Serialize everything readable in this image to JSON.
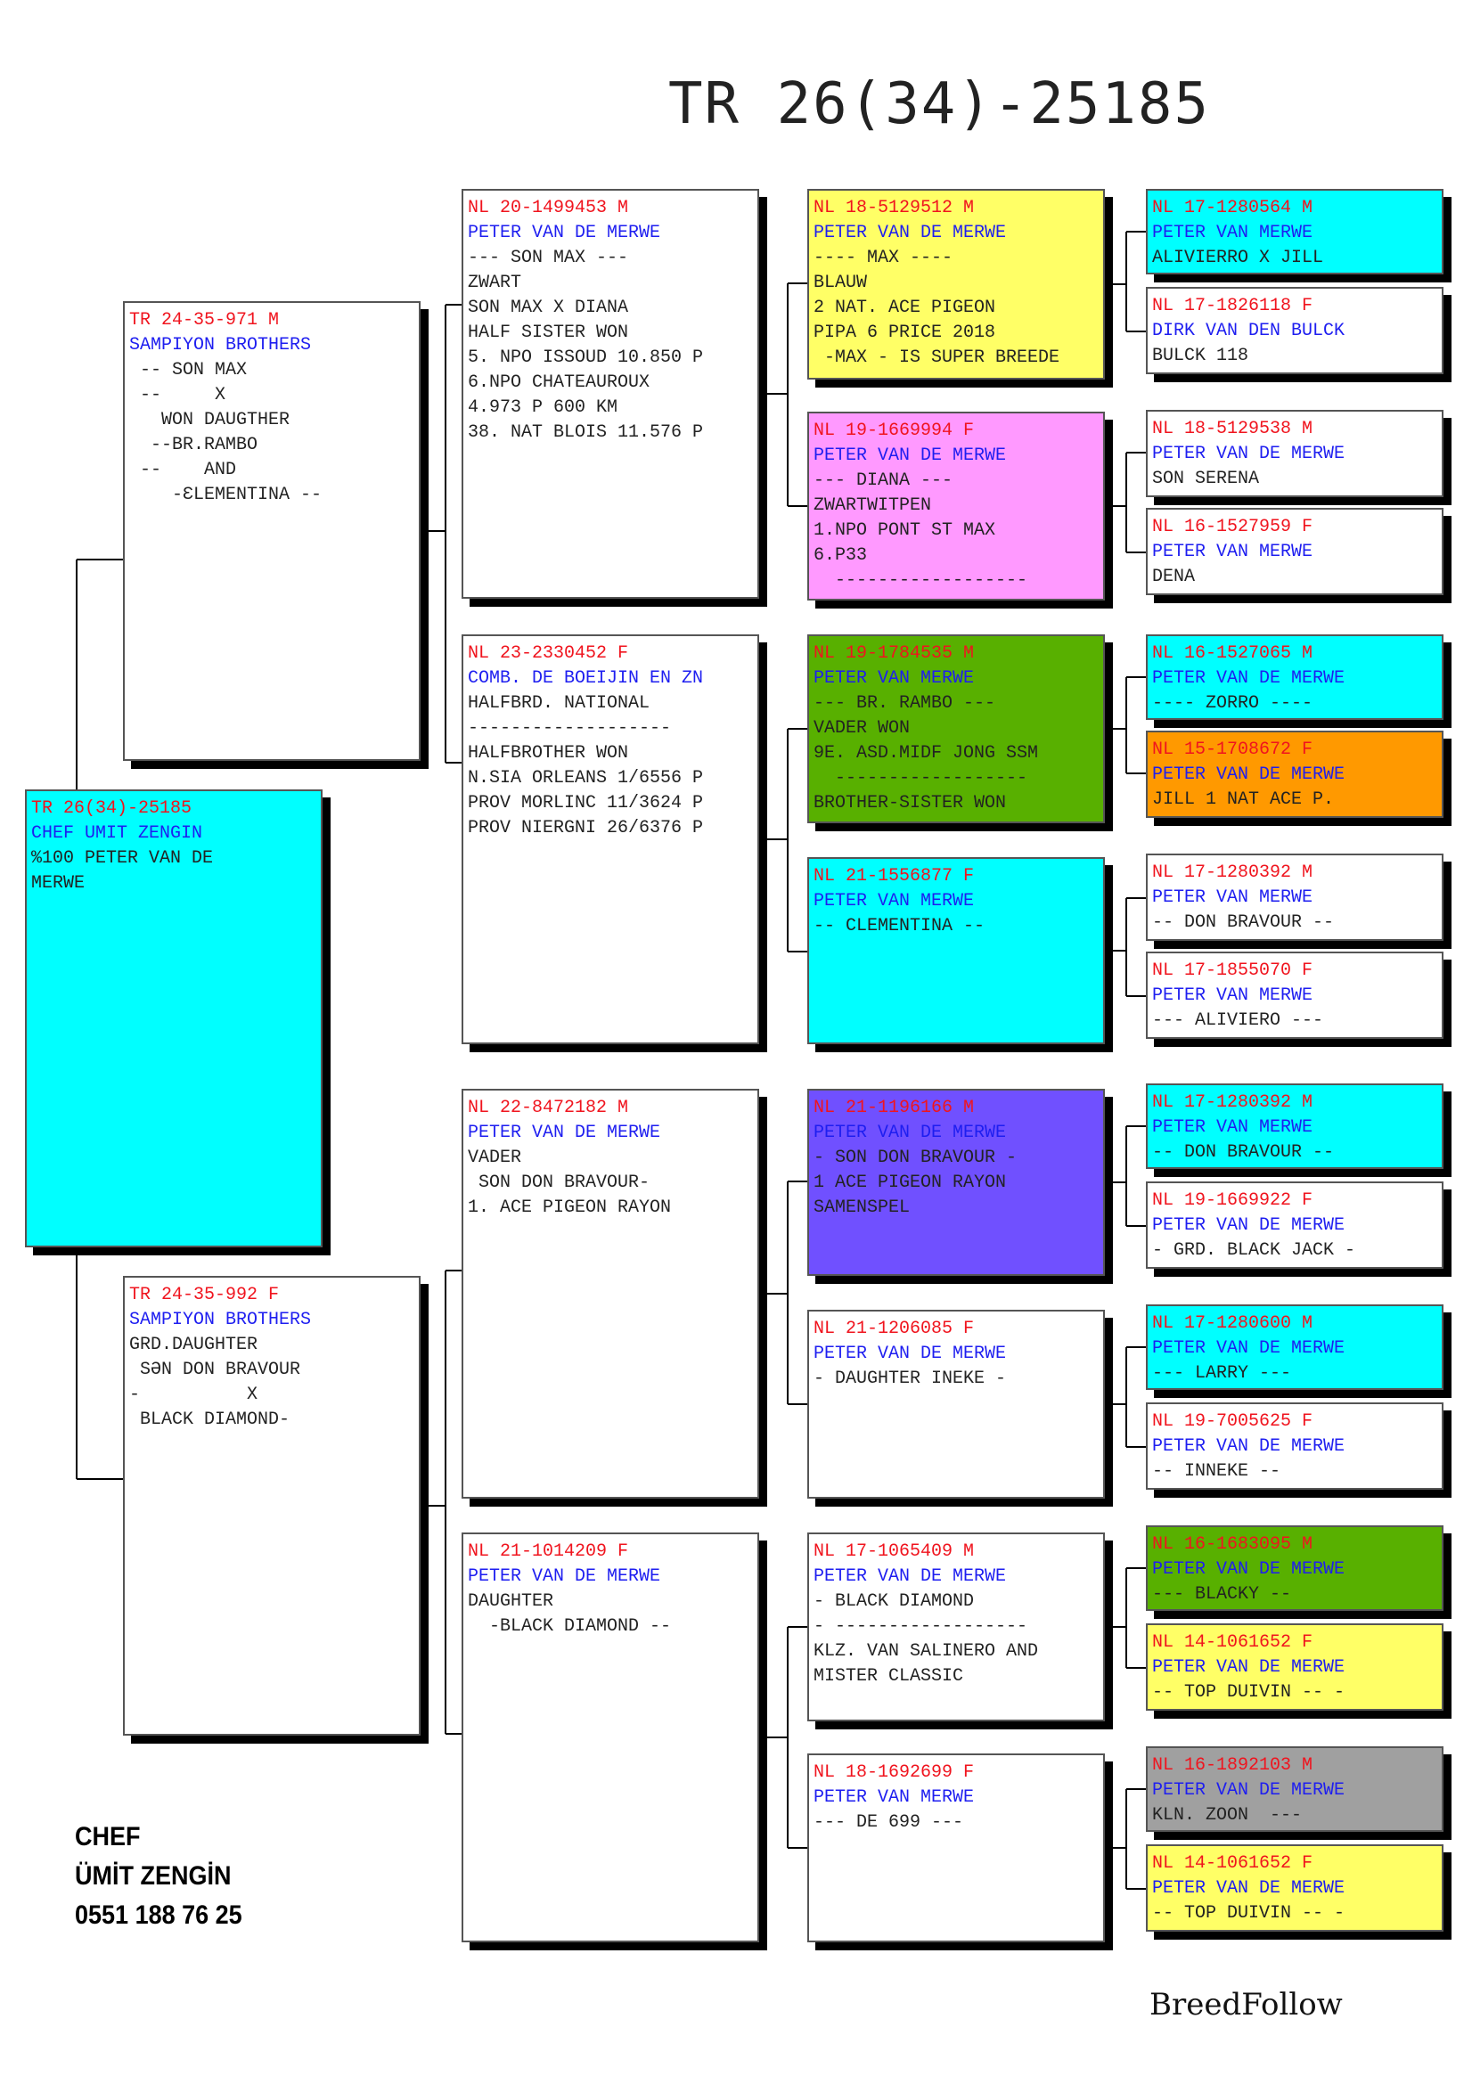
{
  "title": "TR 26(34)-25185",
  "colors": {
    "cyan": "#00ffff",
    "yellow": "#ffff66",
    "pink": "#ff99ff",
    "green": "#58b000",
    "orange": "#ff9900",
    "purple": "#7050ff",
    "gray": "#a0a0a0",
    "white": "#ffffff",
    "ring": "#f0141e",
    "owner": "#1e1ef0"
  },
  "birds": {
    "subject": {
      "bg": "#00ffff",
      "lines": [
        "TR 26(34)-25185",
        "CHEF UMIT ZENGIN",
        "%100 PETER VAN DE",
        "MERWE"
      ]
    },
    "sire": {
      "bg": "#ffffff",
      "lines": [
        "TR 24-35-971 M",
        "SAMPIYON BROTHERS",
        " -- SON MAX",
        " --     X",
        "   WON DAUGTHER",
        "  --BR.RAMBO",
        " --    AND",
        "    -ƐLEMENTINA --"
      ]
    },
    "dam": {
      "bg": "#ffffff",
      "lines": [
        "TR 24-35-992 F",
        "SAMPIYON BROTHERS",
        "GRD.DAUGHTER",
        "",
        " SƏN DON BRAVOUR",
        "-          X",
        " BLACK DIAMOND-"
      ]
    },
    "ss": {
      "bg": "#ffffff",
      "lines": [
        "NL 20-1499453 M",
        "PETER VAN DE MERWE",
        "--- SON MAX ---",
        "ZWART",
        "SON MAX X DIANA",
        "HALF SISTER WON",
        "5. NPO ISSOUD 10.850 P",
        "6.NPO CHATEAUROUX",
        "4.973 P 600 KM",
        "38. NAT BLOIS 11.576 P"
      ]
    },
    "sd": {
      "bg": "#ffffff",
      "lines": [
        "NL 23-2330452 F",
        "COMB. DE BOEIJIN EN ZN",
        "HALFBRD. NATIONAL",
        "-------------------",
        "HALFBROTHER WON",
        "N.SIA ORLEANS 1/6556 P",
        "PROV MORLINC 11/3624 P",
        "PROV NIERGNI 26/6376 P"
      ]
    },
    "ds": {
      "bg": "#ffffff",
      "lines": [
        "NL 22-8472182 M",
        "PETER VAN DE MERWE",
        "VADER",
        " SON DON BRAVOUR-",
        "1. ACE PIGEON RAYON"
      ]
    },
    "dd": {
      "bg": "#ffffff",
      "lines": [
        "NL 21-1014209 F",
        "PETER VAN DE MERWE",
        "DAUGHTER",
        "",
        "  -BLACK DIAMOND --"
      ]
    },
    "sss": {
      "bg": "#ffff66",
      "lines": [
        "NL 18-5129512 M",
        "PETER VAN DE MERWE",
        "---- MAX ----",
        "BLAUW",
        "2 NAT. ACE PIGEON",
        "PIPA 6 PRICE 2018",
        " -MAX - IS SUPER BREEDE"
      ]
    },
    "ssd": {
      "bg": "#ff99ff",
      "lines": [
        "NL 19-1669994 F",
        "PETER VAN DE MERWE",
        "--- DIANA ---",
        "ZWARTWITPEN",
        "1.NPO PONT ST MAX",
        "6.P33",
        "  ------------------"
      ]
    },
    "sds": {
      "bg": "#58b000",
      "lines": [
        "NL 19-1784535 M",
        "PETER VAN MERWE",
        "--- BR. RAMBO ---",
        "VADER WON",
        "9E. ASD.MIDF JONG SSM",
        "  ------------------",
        "BROTHER-SISTER WON"
      ]
    },
    "sdd": {
      "bg": "#00ffff",
      "lines": [
        "NL 21-1556877 F",
        "PETER VAN MERWE",
        "-- CLEMENTINA --"
      ]
    },
    "dss": {
      "bg": "#7050ff",
      "lines": [
        "NL 21-1196166 M",
        "PETER VAN DE MERWE",
        "- SON DON BRAVOUR -",
        "1 ACE PIGEON RAYON",
        "SAMENSPEL"
      ]
    },
    "dsd": {
      "bg": "#ffffff",
      "lines": [
        "NL 21-1206085 F",
        "PETER VAN DE MERWE",
        "- DAUGHTER INEKE -"
      ]
    },
    "dds": {
      "bg": "#ffffff",
      "lines": [
        "NL 17-1065409 M",
        "PETER VAN DE MERWE",
        "- BLACK DIAMOND",
        "- ------------------",
        "KLZ. VAN SALINERO AND",
        "MISTER CLASSIC"
      ]
    },
    "ddd": {
      "bg": "#ffffff",
      "lines": [
        "NL 18-1692699 F",
        "PETER VAN MERWE",
        "--- DE 699 ---"
      ]
    },
    "ssss": {
      "bg": "#00ffff",
      "lines": [
        "NL 17-1280564 M",
        "PETER VAN MERWE",
        "ALIVIERRO X JILL"
      ]
    },
    "sssd": {
      "bg": "#ffffff",
      "lines": [
        "NL 17-1826118 F",
        "DIRK VAN DEN BULCK",
        "BULCK 118"
      ]
    },
    "ssds": {
      "bg": "#ffffff",
      "lines": [
        "NL 18-5129538 M",
        "PETER VAN DE MERWE",
        "SON SERENA"
      ]
    },
    "ssdd": {
      "bg": "#ffffff",
      "lines": [
        "NL 16-1527959 F",
        "PETER VAN MERWE",
        "DENA"
      ]
    },
    "sdss": {
      "bg": "#00ffff",
      "lines": [
        "NL 16-1527065 M",
        "PETER VAN DE MERWE",
        "---- ZORRO ----"
      ]
    },
    "sdsd": {
      "bg": "#ff9900",
      "lines": [
        "NL 15-1708672 F",
        "PETER VAN DE MERWE",
        "JILL 1 NAT ACE P."
      ]
    },
    "sdds": {
      "bg": "#ffffff",
      "lines": [
        "NL 17-1280392 M",
        "PETER VAN MERWE",
        "-- DON BRAVOUR --"
      ]
    },
    "sddd": {
      "bg": "#ffffff",
      "lines": [
        "NL 17-1855070 F",
        "PETER VAN MERWE",
        "--- ALIVIERO ---"
      ]
    },
    "dsss": {
      "bg": "#00ffff",
      "lines": [
        "NL 17-1280392 M",
        "PETER VAN MERWE",
        "-- DON BRAVOUR --"
      ]
    },
    "dssd": {
      "bg": "#ffffff",
      "lines": [
        "NL 19-1669922 F",
        "PETER VAN DE MERWE",
        "- GRD. BLACK JACK -"
      ]
    },
    "dsds": {
      "bg": "#00ffff",
      "lines": [
        "NL 17-1280600 M",
        "PETER VAN DE MERWE",
        "--- LARRY ---"
      ]
    },
    "dsdd": {
      "bg": "#ffffff",
      "lines": [
        "NL 19-7005625 F",
        "PETER VAN DE MERWE",
        "-- INNEKE --"
      ]
    },
    "ddss": {
      "bg": "#58b000",
      "lines": [
        "NL 16-1683095 M",
        "PETER VAN DE MERWE",
        "--- BLACKY --"
      ]
    },
    "ddsd": {
      "bg": "#ffff66",
      "lines": [
        "NL 14-1061652 F",
        "PETER VAN DE MERWE",
        "-- TOP DUIVIN -- -"
      ]
    },
    "ddds": {
      "bg": "#a0a0a0",
      "lines": [
        "NL 16-1892103 M",
        "PETER VAN DE MERWE",
        "KLN. ZOON  ---"
      ]
    },
    "dddd": {
      "bg": "#ffff66",
      "lines": [
        "NL 14-1061652 F",
        "PETER VAN DE MERWE",
        "-- TOP DUIVIN -- -"
      ]
    }
  },
  "contact": {
    "line1": "CHEF",
    "line2": "ÜMİT ZENGİN",
    "line3": "0551 188 76 25"
  },
  "brand": "BreedFollow"
}
